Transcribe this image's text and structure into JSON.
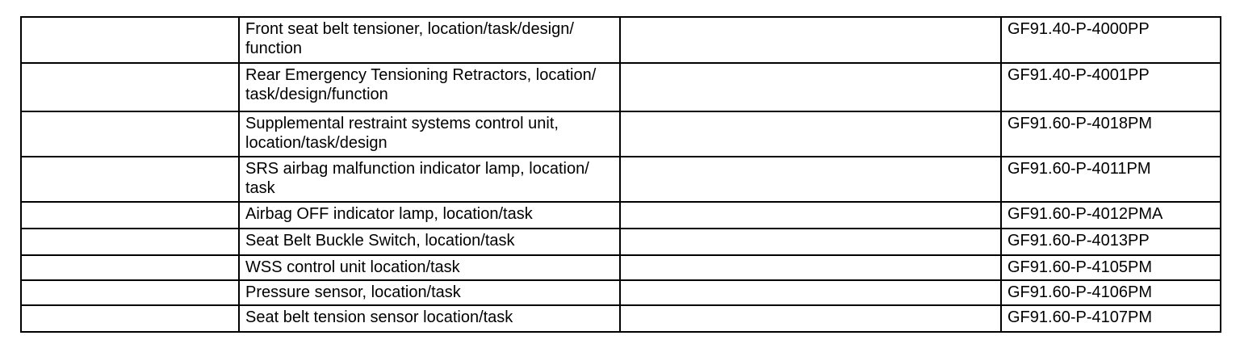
{
  "document": {
    "background_color": "#ffffff",
    "border_color": "#000000",
    "text_color": "#000000"
  },
  "table": {
    "column_roles": [
      "blank",
      "description",
      "blank",
      "document-code"
    ],
    "rows": [
      {
        "description": "Front seat belt tensioner, location/task/design/function",
        "code": "GF91.40-P-4000PP"
      },
      {
        "description": "Rear Emergency Tensioning Retractors, location/task/design/function",
        "code": "GF91.40-P-4001PP"
      },
      {
        "description": "Supplemental restraint systems control unit, location/task/design",
        "code": "GF91.60-P-4018PM"
      },
      {
        "description": "SRS airbag malfunction indicator lamp, location/task",
        "code": "GF91.60-P-4011PM"
      },
      {
        "description": "Airbag OFF indicator lamp, location/task",
        "code": "GF91.60-P-4012PMA"
      },
      {
        "description": "Seat Belt Buckle Switch, location/task",
        "code": "GF91.60-P-4013PP"
      },
      {
        "description": "WSS control unit location/task",
        "code": "GF91.60-P-4105PM"
      },
      {
        "description": "Pressure sensor, location/task",
        "code": "GF91.60-P-4106PM"
      },
      {
        "description": "Seat belt tension sensor location/task",
        "code": "GF91.60-P-4107PM"
      }
    ]
  }
}
